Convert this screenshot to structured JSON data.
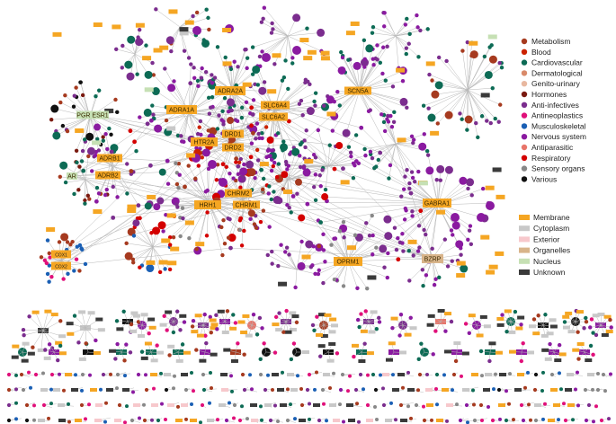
{
  "hubs": [
    {
      "id": "pgr_esr1",
      "label": "PGR ESR1",
      "kind": "Nucleus"
    },
    {
      "id": "ar",
      "label": "AR",
      "kind": "Nucleus"
    },
    {
      "id": "adrb1",
      "label": "ADRB1",
      "kind": "Membrane"
    },
    {
      "id": "adrb2",
      "label": "ADRB2",
      "kind": "Membrane"
    },
    {
      "id": "adra1a",
      "label": "ADRA1A",
      "kind": "Membrane"
    },
    {
      "id": "adra2a",
      "label": "ADRA2A",
      "kind": "Membrane"
    },
    {
      "id": "slc6a4",
      "label": "SLC6A4",
      "kind": "Membrane"
    },
    {
      "id": "slc6a2",
      "label": "SLC6A2",
      "kind": "Membrane"
    },
    {
      "id": "drd1",
      "label": "DRD1",
      "kind": "Membrane"
    },
    {
      "id": "drd2",
      "label": "DRD2",
      "kind": "Membrane"
    },
    {
      "id": "htr2a",
      "label": "HTR2A",
      "kind": "Membrane"
    },
    {
      "id": "hrh1",
      "label": "HRH1",
      "kind": "Membrane"
    },
    {
      "id": "chrm2",
      "label": "CHRM2",
      "kind": "Membrane"
    },
    {
      "id": "chrm1",
      "label": "CHRM1",
      "kind": "Membrane"
    },
    {
      "id": "scn5a",
      "label": "SCN5A",
      "kind": "Membrane"
    },
    {
      "id": "gabra1",
      "label": "GABRA1",
      "kind": "Membrane"
    },
    {
      "id": "oprm1",
      "label": "OPRM1",
      "kind": "Membrane"
    },
    {
      "id": "bzrp",
      "label": "BZRP",
      "kind": "Organelles"
    },
    {
      "id": "cox1",
      "label": "COX1",
      "kind": "Membrane"
    },
    {
      "id": "cox2",
      "label": "COX2",
      "kind": "Membrane"
    }
  ],
  "legend_categories": [
    {
      "label": "Metabolism",
      "color": "#a63a1f"
    },
    {
      "label": "Blood",
      "color": "#cc2200"
    },
    {
      "label": "Cardiovascular",
      "color": "#0d6b55"
    },
    {
      "label": "Dermatological",
      "color": "#d98a6a"
    },
    {
      "label": "Genito-urinary",
      "color": "#e8b8a0"
    },
    {
      "label": "Hormones",
      "color": "#7a1a10"
    },
    {
      "label": "Anti-infectives",
      "color": "#7b2d8e"
    },
    {
      "label": "Antineoplastics",
      "color": "#e0107a"
    },
    {
      "label": "Musculoskeletal",
      "color": "#1a5fb4"
    },
    {
      "label": "Nervous system",
      "color": "#8a1aa0"
    },
    {
      "label": "Antiparasitic",
      "color": "#e8756a"
    },
    {
      "label": "Respiratory",
      "color": "#d40000"
    },
    {
      "label": "Sensory organs",
      "color": "#888888"
    },
    {
      "label": "Various",
      "color": "#111111"
    }
  ],
  "legend_locations": [
    {
      "label": "Membrane",
      "color": "#f5a623"
    },
    {
      "label": "Cytoplasm",
      "color": "#c8c8c8"
    },
    {
      "label": "Exterior",
      "color": "#f7c8cc"
    },
    {
      "label": "Organelles",
      "color": "#d8b48a"
    },
    {
      "label": "Nucleus",
      "color": "#c6e0b4"
    },
    {
      "label": "Unknown",
      "color": "#3a3a3a"
    }
  ]
}
